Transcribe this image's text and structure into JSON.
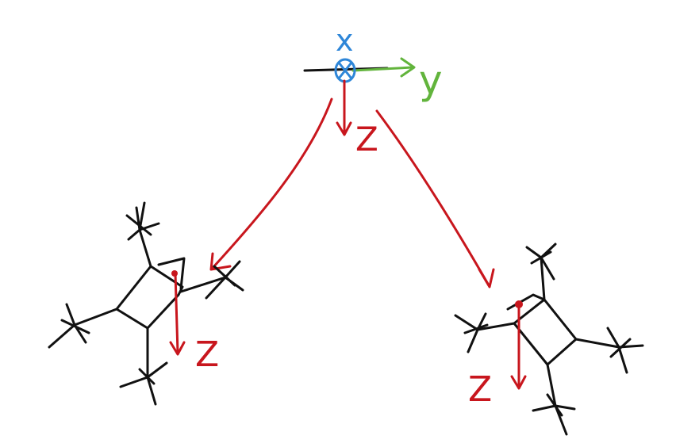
{
  "colors": {
    "background": "#ffffff",
    "x_axis": "#2e86d8",
    "y_axis": "#62b43c",
    "z_axis": "#c8161d",
    "structure": "#111111"
  },
  "axes": {
    "x_label": "x",
    "y_label": "y",
    "z_label": "Z"
  },
  "left_molecule": {
    "z_label": "Z"
  },
  "right_molecule": {
    "z_label": "Z"
  }
}
